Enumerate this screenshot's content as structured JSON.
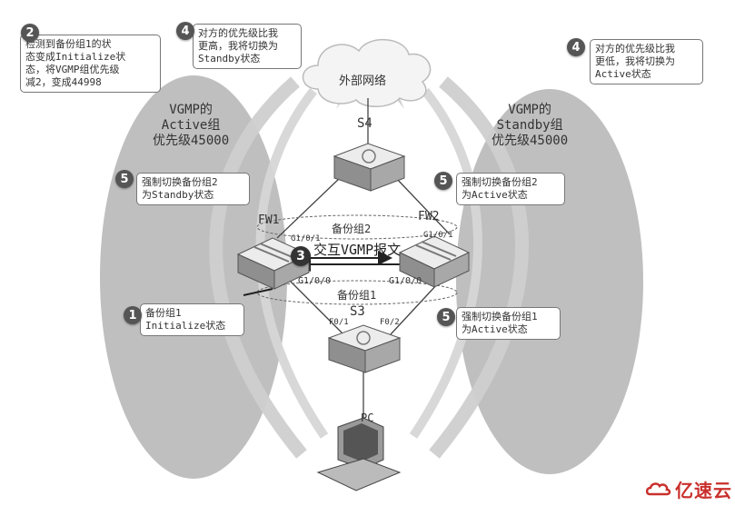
{
  "groups": {
    "left": {
      "line1": "VGMP的",
      "line2": "Active组",
      "line3": "优先级45000"
    },
    "right": {
      "line1": "VGMP的",
      "line2": "Standby组",
      "line3": "优先级45000"
    }
  },
  "nodes": {
    "cloud": "外部网络",
    "s4": "S4",
    "fw1": "FW1",
    "fw2": "FW2",
    "s3": "S3",
    "pc": "PC"
  },
  "interfaces": {
    "fw1_top": "G1/0/1",
    "fw2_top": "G1/0/1",
    "fw1_bottom": "G1/0/0",
    "fw2_bottom": "G1/0/0",
    "s3_left": "F0/1",
    "s3_right": "F0/2"
  },
  "ellipses": {
    "backup_group2": "备份组2",
    "backup_group1": "备份组1"
  },
  "exchange": "交互VGMP报文",
  "callouts": {
    "c2": {
      "num": "2",
      "lines": [
        "检测到备份组1的状",
        "态变成Initialize状",
        "态，将VGMP组优先级",
        "减2，变成44998"
      ]
    },
    "c4_left": {
      "num": "4",
      "lines": [
        "对方的优先级比我",
        "更高，我将切换为",
        "Standby状态"
      ]
    },
    "c4_right": {
      "num": "4",
      "lines": [
        "对方的优先级比我",
        "更低，我将切换为",
        "Active状态"
      ]
    },
    "c5_fw1": {
      "num": "5",
      "lines": [
        "强制切换备份组2",
        "为Standby状态"
      ]
    },
    "c5_fw2": {
      "num": "5",
      "lines": [
        "强制切换备份组2",
        "为Active状态"
      ]
    },
    "c1": {
      "num": "1",
      "lines": [
        "备份组1",
        "Initialize状态"
      ]
    },
    "c5_s3": {
      "num": "5",
      "lines": [
        "强制切换备份组1",
        "为Active状态"
      ]
    },
    "c3": {
      "num": "3"
    }
  },
  "watermark": {
    "text": "亿速云"
  },
  "colors": {
    "group_fill": "#bfbfbf",
    "arrow_fill": "#cfcfcf",
    "device_top": "#ececec",
    "device_side": "#8f8f8f",
    "line": "#444444",
    "brand": "#c9302c"
  }
}
